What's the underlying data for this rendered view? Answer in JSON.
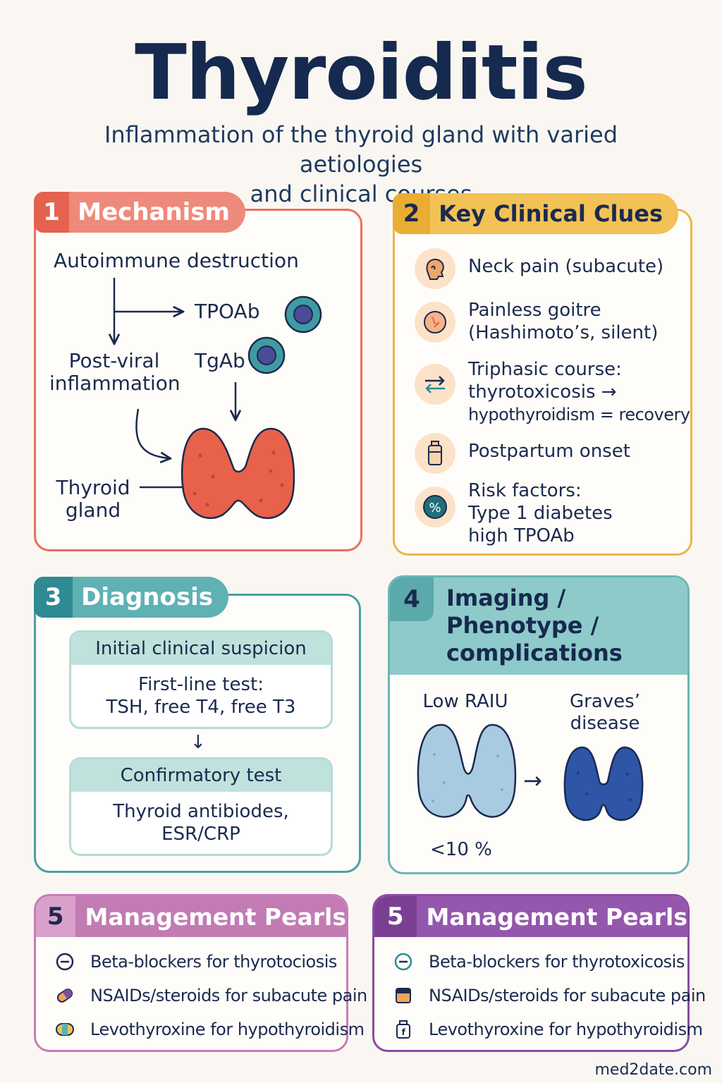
{
  "title": "Thyroiditis",
  "subtitle_line1": "Inflammation of the thyroid gland with varied aetiologies",
  "subtitle_line2": "and clinical courses",
  "mechanism": {
    "number": "1",
    "heading": "Mechanism",
    "autoimmune": "Autoimmune destruction",
    "tpoab": "TPOAb",
    "tgab": "TgAb",
    "postviral_line1": "Post-viral",
    "postviral_line2": "inflammation",
    "gland_line1": "Thyroid",
    "gland_line2": "gland"
  },
  "clues": {
    "number": "2",
    "heading": "Key Clinical Clues",
    "items": [
      {
        "icon": "head-pain-icon",
        "lines": [
          "Neck pain (subacute)"
        ]
      },
      {
        "icon": "goitre-icon",
        "lines": [
          "Painless goitre",
          "(Hashimoto’s, silent)"
        ]
      },
      {
        "icon": "swap-arrows-icon",
        "lines": [
          "Triphasic course:",
          "thyrotoxicosis →",
          "hypothyroidism = recovery"
        ]
      },
      {
        "icon": "bottle-icon",
        "lines": [
          "Postpartum onset"
        ]
      },
      {
        "icon": "percent-icon",
        "lines": [
          "Risk factors:",
          "Type 1 diabetes",
          "high TPOAb"
        ]
      }
    ]
  },
  "diagnosis": {
    "number": "3",
    "heading": "Diagnosis",
    "suspicion": "Initial clinical suspicion",
    "first_line_1": "First-line test:",
    "first_line_2": "TSH, free T4, free T3",
    "arrow": "↓",
    "confirm_head": "Confirmatory test",
    "confirm_1": "Thyroid antibiodes,",
    "confirm_2": "ESR/CRP"
  },
  "imaging": {
    "number": "4",
    "heading_1": "Imaging /",
    "heading_2": "Phenotype /",
    "heading_3": "complications",
    "low_raiu": "Low RAIU",
    "graves_1": "Graves’",
    "graves_2": "disease",
    "arrow": "→",
    "raiu_value": "<10 %"
  },
  "pearls_left": {
    "number": "5",
    "heading": "Management Pearls",
    "items": [
      "Beta-blockers for thyrotociosis",
      "NSAIDs/steroids for subacute pain",
      "Levothyroxine for hypothyroidism"
    ]
  },
  "pearls_right": {
    "number": "5",
    "heading": "Management Pearls",
    "items": [
      "Beta-blockers for thyrotoxicosis",
      "NSAIDs/steroids for subacute pain",
      "Levothyroxine for hypothyroidism"
    ]
  },
  "footer": "med2date.com",
  "colors": {
    "title": "#16294f",
    "mechanism": "#e8705f",
    "clues": "#eab64a",
    "diagnosis": "#4a9fa6",
    "imaging": "#6bb5b6",
    "pearls_left": "#c27bb3",
    "pearls_right": "#9457ad",
    "gland": "#e8614a",
    "low_raiu_gland": "#a9cbe2",
    "graves_gland": "#2e55a6"
  }
}
